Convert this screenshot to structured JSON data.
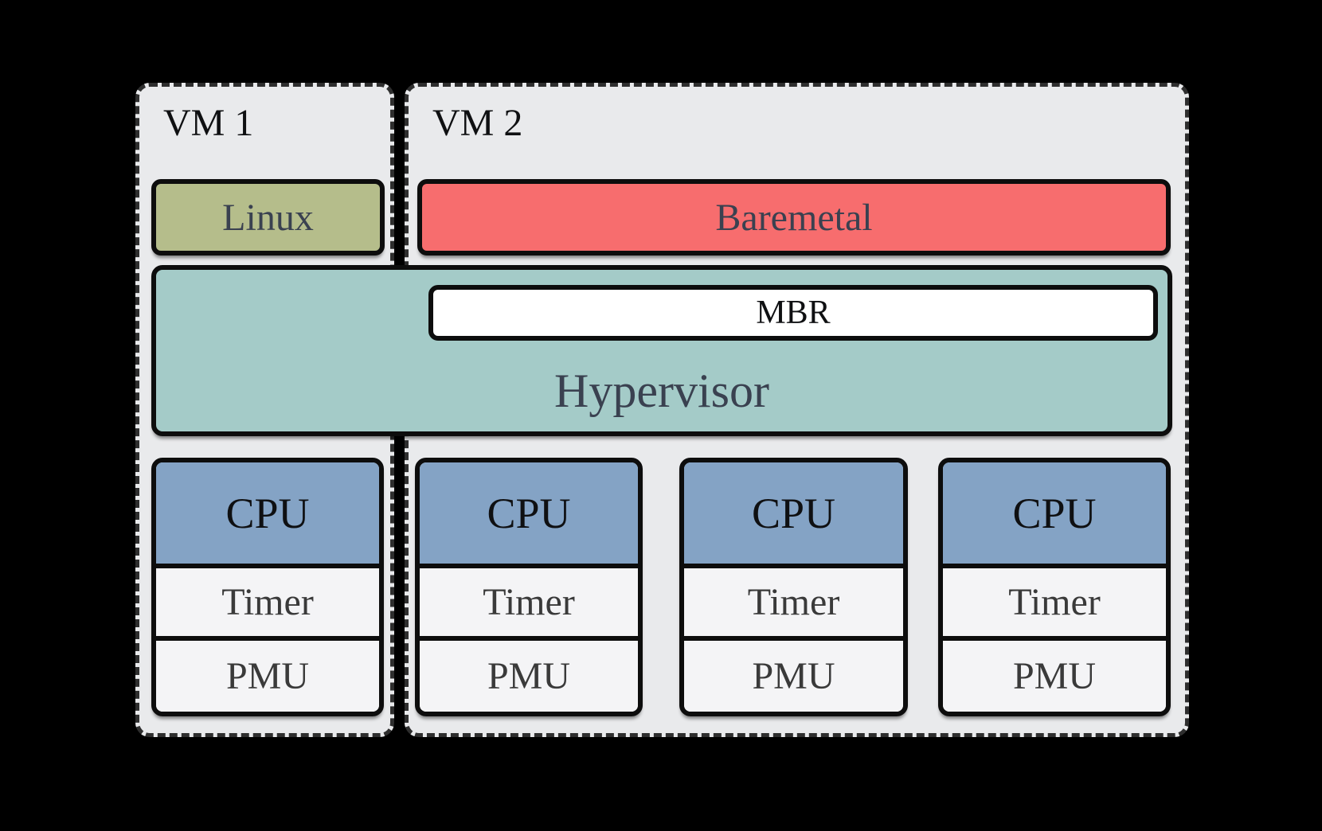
{
  "vms": [
    {
      "label": "VM 1"
    },
    {
      "label": "VM 2"
    }
  ],
  "boxes": {
    "linux": "Linux",
    "baremetal": "Baremetal",
    "hypervisor": "Hypervisor",
    "mbr": "MBR"
  },
  "cpu_columns": [
    {
      "cpu": "CPU",
      "timer": "Timer",
      "pmu": "PMU"
    },
    {
      "cpu": "CPU",
      "timer": "Timer",
      "pmu": "PMU"
    },
    {
      "cpu": "CPU",
      "timer": "Timer",
      "pmu": "PMU"
    },
    {
      "cpu": "CPU",
      "timer": "Timer",
      "pmu": "PMU"
    }
  ],
  "colors": {
    "canvas_bg": "#000000",
    "vm_bg": "#e9eaec",
    "vm_border": "#2e2e2e",
    "linux_bg": "#b5bd8b",
    "baremetal_bg": "#f76d6e",
    "hypervisor_bg": "#a4cbc8",
    "mbr_bg": "#ffffff",
    "cpu_bg": "#84a3c5",
    "device_bg": "#f4f4f6",
    "box_border": "#0d0d0d",
    "label_dark": "#0f1012",
    "label_slate": "#3a4150",
    "label_gray": "#3a3a3a"
  }
}
